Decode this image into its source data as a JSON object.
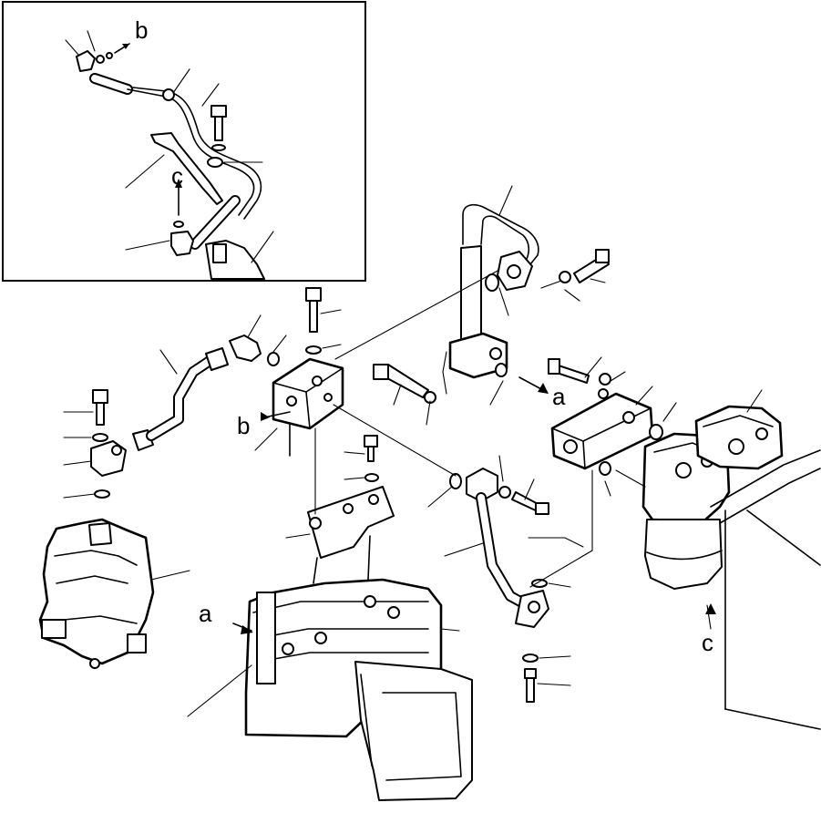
{
  "labels": {
    "b_inset": "b",
    "c_inset": "c",
    "a_right": "a",
    "b_main": "b",
    "a_main": "a",
    "c_main": "c"
  }
}
